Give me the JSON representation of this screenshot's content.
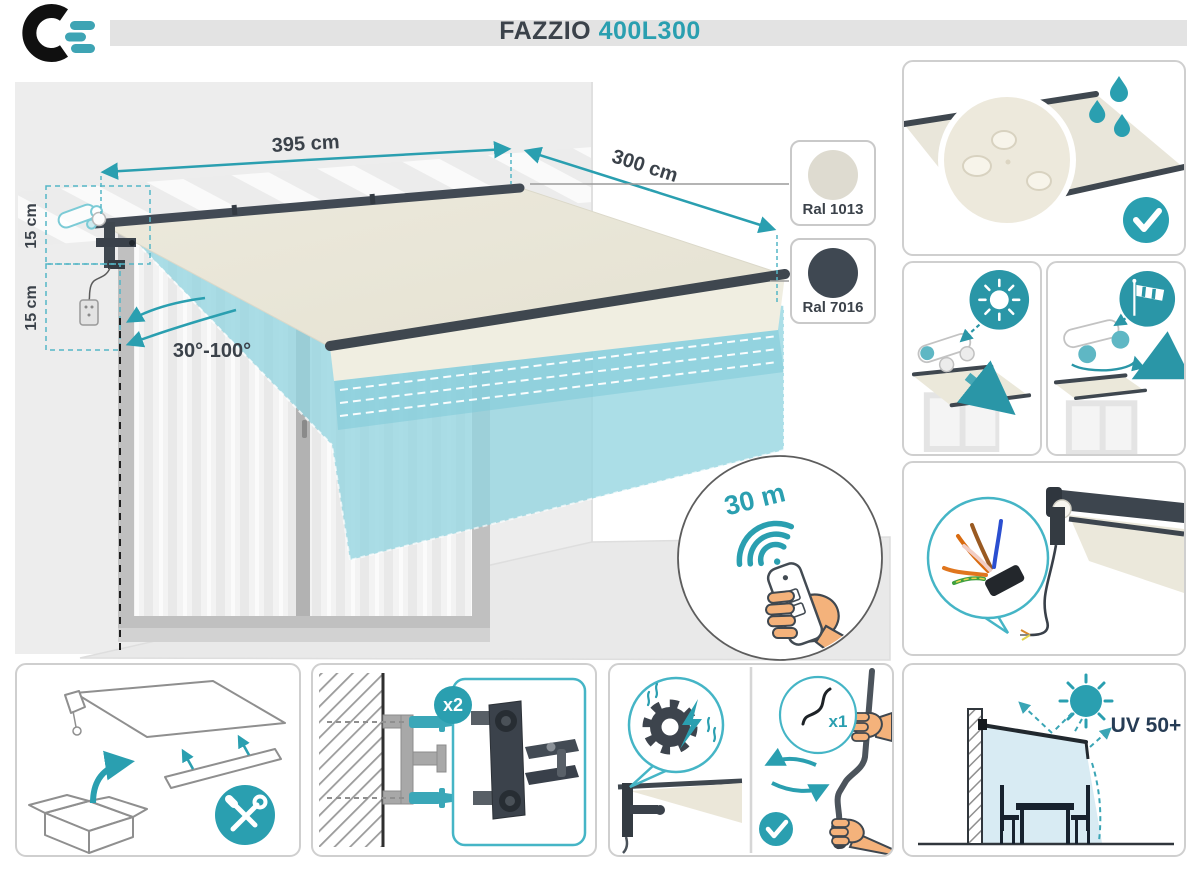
{
  "header": {
    "logo": "C",
    "title": "FAZZIO",
    "variant": "400L300"
  },
  "main_diagram": {
    "width_label": "395 cm",
    "projection_label": "300 cm",
    "offset_labels": [
      "15 cm",
      "15 cm"
    ],
    "tilt_range_label": "30°-100°",
    "remote_range_label": "30 m",
    "fabric_color": {
      "label": "Ral 1013",
      "hex": "#dedbd0"
    },
    "frame_color": {
      "label": "Ral 7016",
      "hex": "#3f4852"
    }
  },
  "feature_panels": {
    "bracket_count_label": "x2",
    "crank_count_label": "x1",
    "uv_label": "UV 50+"
  },
  "icons": {
    "check_glyph": "✓",
    "named": [
      "water-drop-icon",
      "magnifier-icon",
      "check-icon",
      "sun-icon",
      "windsock-icon",
      "wind-sensor-icon",
      "cable-icon",
      "box-icon",
      "tools-icon",
      "anchor-bolt-icon",
      "wall-bracket-icon",
      "gear-icon",
      "lightning-icon",
      "crank-icon",
      "hand-icon",
      "remote-icon",
      "wifi-signal-icon",
      "table-chairs-icon"
    ]
  },
  "theme": {
    "accent": "#2a9fb0",
    "teal_light": "#93d5e0",
    "dark_text": "#3b424a",
    "fabric": "#eae7da",
    "frame_dark": "#3f474f",
    "panel_border": "#cfcfcf",
    "header_bar": "#e3e3e3",
    "navy": "#263c55",
    "skin": "#f4b27b"
  }
}
